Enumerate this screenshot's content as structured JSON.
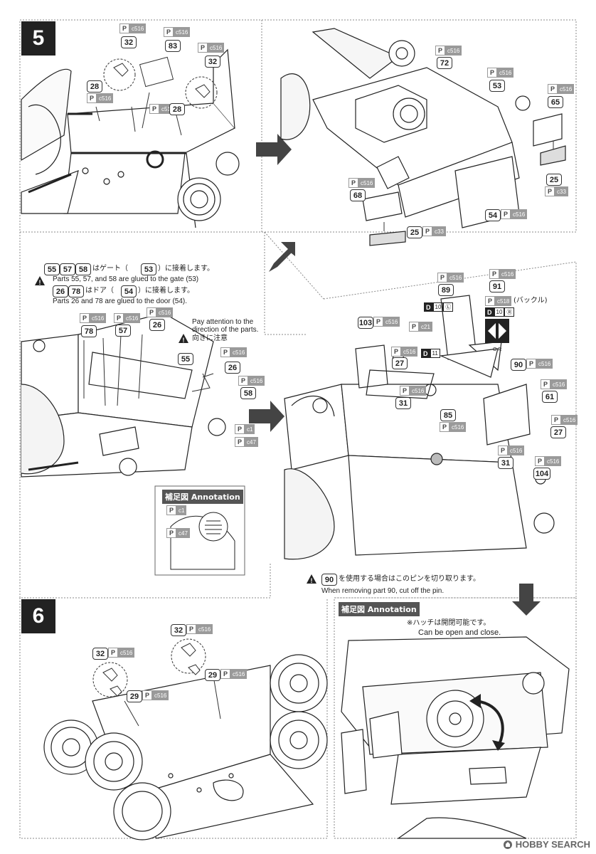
{
  "steps": {
    "s5": "5",
    "s6": "6"
  },
  "part_prefix": "P",
  "code_c516": "c516",
  "code_c33": "c33",
  "code_c21": "c21",
  "code_c1": "c1",
  "code_c47": "c47",
  "code_c518": "c518",
  "parts": {
    "p32": "32",
    "p83": "83",
    "p28": "28",
    "p72": "72",
    "p53": "53",
    "p65": "65",
    "p25": "25",
    "p68": "68",
    "p54": "54",
    "p78": "78",
    "p57": "57",
    "p26": "26",
    "p55": "55",
    "p58": "58",
    "p103": "103",
    "p89": "89",
    "p91": "91",
    "p90": "90",
    "p27": "27",
    "p31": "31",
    "p85": "85",
    "p61": "61",
    "p104": "104",
    "p29": "29"
  },
  "notes": {
    "glue_jp_1": "はゲート（",
    "glue_jp_1b": "）に接着します。",
    "glue_en_1": "Parts 55, 57, and 58 are glued to the gate (53)",
    "glue_jp_2": "はドア（",
    "glue_jp_2b": "）に接着します。",
    "glue_en_2": "Parts 26 and 78 are glued to the door (54).",
    "attention_en_1": "Pay attention to the",
    "attention_en_2": "direction of the parts.",
    "attention_jp": "向きに注意",
    "buckle_jp": "(バックル)",
    "d_label": "D",
    "d10": "10",
    "d11": "11",
    "left_mark": "Ⓛ",
    "right_mark": "Ⓡ",
    "or": "O R",
    "remove_jp": "を使用する場合はこのピンを切り取ります。",
    "remove_en": "When removing part 90, cut off the pin.",
    "annotation": "補足図 Annotation",
    "hatch_jp": "※ハッチは開閉可能です。",
    "hatch_en": "Can be open and close."
  },
  "watermark": "HOBBY SEARCH"
}
